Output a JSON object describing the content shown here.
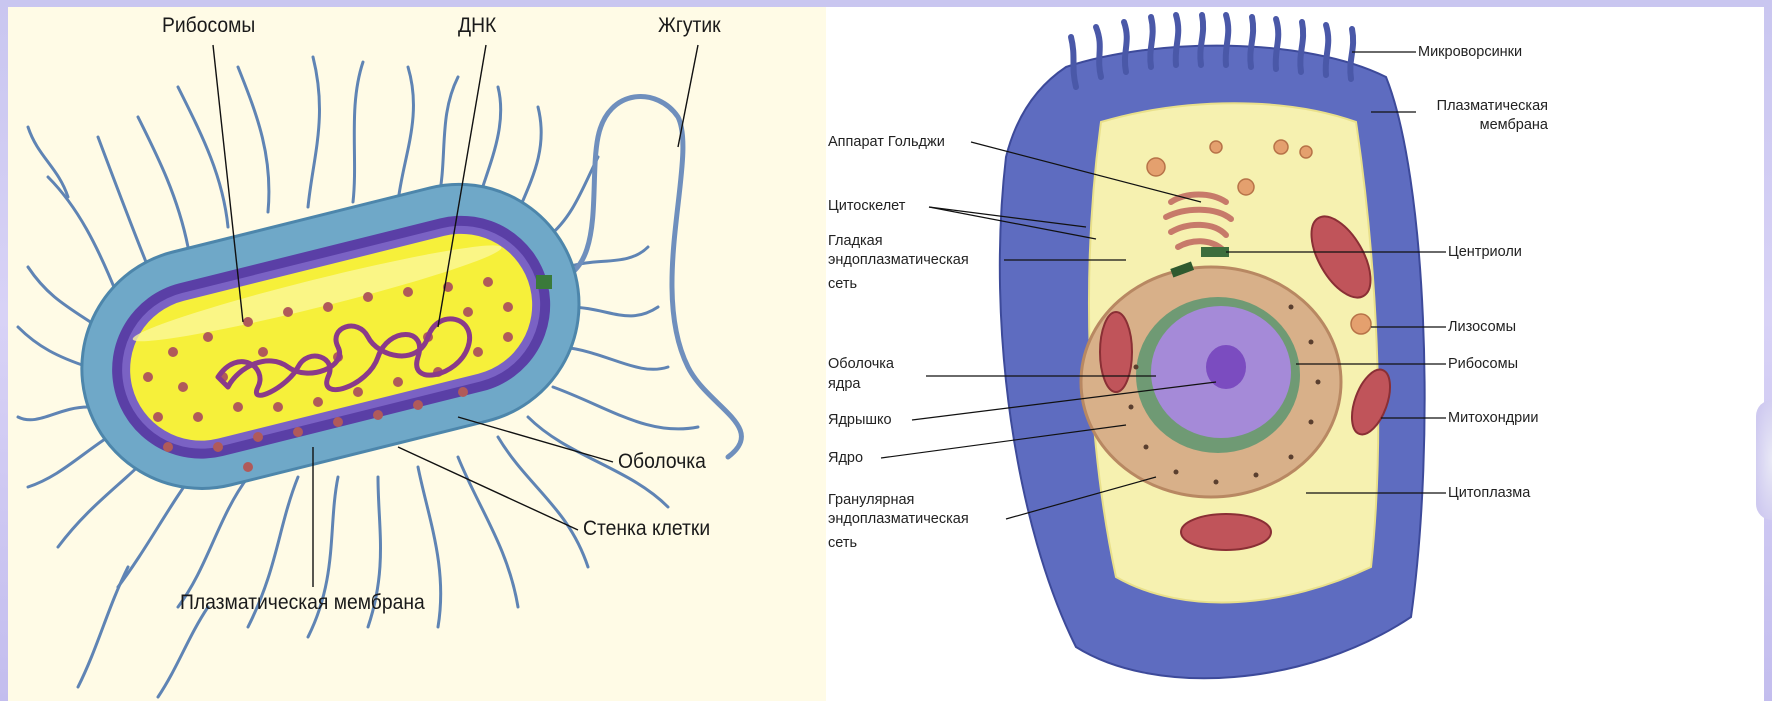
{
  "left": {
    "ribosomes": "Рибосомы",
    "dna": "ДНК",
    "flagellum": "Жгутик",
    "capsule": "Оболочка",
    "cell_wall": "Стенка клетки",
    "plasma_membrane": "Плазматическая мембрана"
  },
  "right": {
    "microvilli": "Микроворсинки",
    "plasma_membrane_1": "Плазматическая",
    "plasma_membrane_2": "мембрана",
    "golgi": "Аппарат Гольджи",
    "cytoskeleton": "Цитоскелет",
    "smooth_er_1": "Гладкая",
    "smooth_er_2": "эндоплазматическая",
    "smooth_er_3": "сеть",
    "centrioles": "Центриоли",
    "lysosomes": "Лизосомы",
    "nuclear_envelope_1": "Оболочка",
    "nuclear_envelope_2": "ядра",
    "ribosomes": "Рибосомы",
    "nucleolus": "Ядрышко",
    "mitochondria": "Митохондрии",
    "nucleus": "Ядро",
    "cytoplasm": "Цитоплазма",
    "rough_er_1": "Гранулярная",
    "rough_er_2": "эндоплазматическая",
    "rough_er_3": "сеть"
  }
}
